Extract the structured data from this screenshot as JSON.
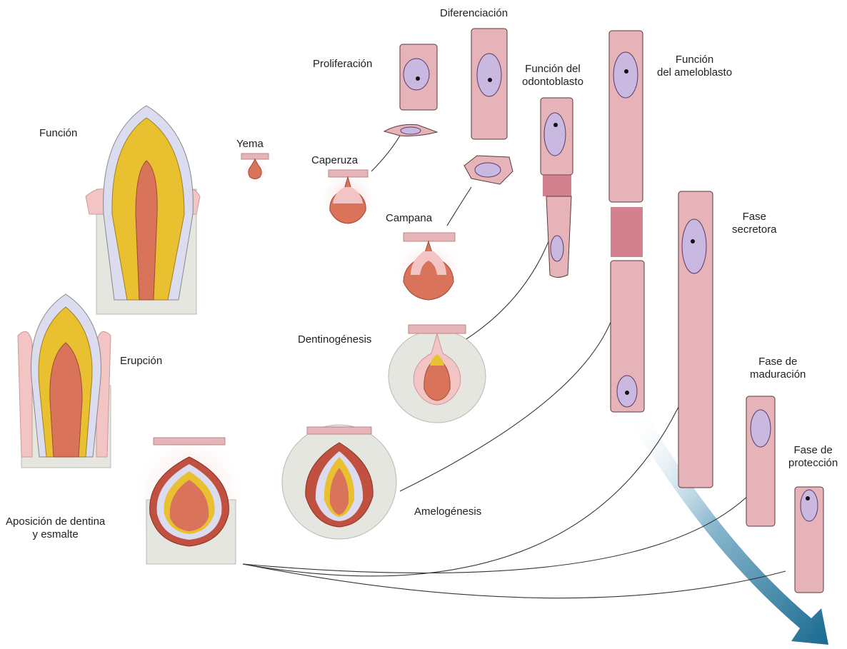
{
  "labels": {
    "funcion": "Función",
    "erupcion": "Erupción",
    "aposicion_1": "Aposición de dentina",
    "aposicion_2": "y esmalte",
    "yema": "Yema",
    "caperuza": "Caperuza",
    "campana": "Campana",
    "dentinogenesis": "Dentinogénesis",
    "amelogenesis": "Amelogénesis",
    "proliferacion": "Proliferación",
    "diferenciacion": "Diferenciación",
    "funcion_odonto_1": "Función del",
    "funcion_odonto_2": "odontoblasto",
    "funcion_amelo_1": "Función",
    "funcion_amelo_2": "del ameloblasto",
    "fase_secretora_1": "Fase",
    "fase_secretora_2": "secretora",
    "fase_maduracion_1": "Fase de",
    "fase_maduracion_2": "maduración",
    "fase_proteccion_1": "Fase de",
    "fase_proteccion_2": "protección"
  },
  "colors": {
    "pulp": "#d9735a",
    "dentin": "#e8c030",
    "enamel": "#dcdcf0",
    "gum": "#f2c4c4",
    "cell": "#e6b3b8",
    "nucleus": "#c9b9e0",
    "bone": "#e6e6e0",
    "arrow": "#1f6f93",
    "line": "#333333"
  }
}
